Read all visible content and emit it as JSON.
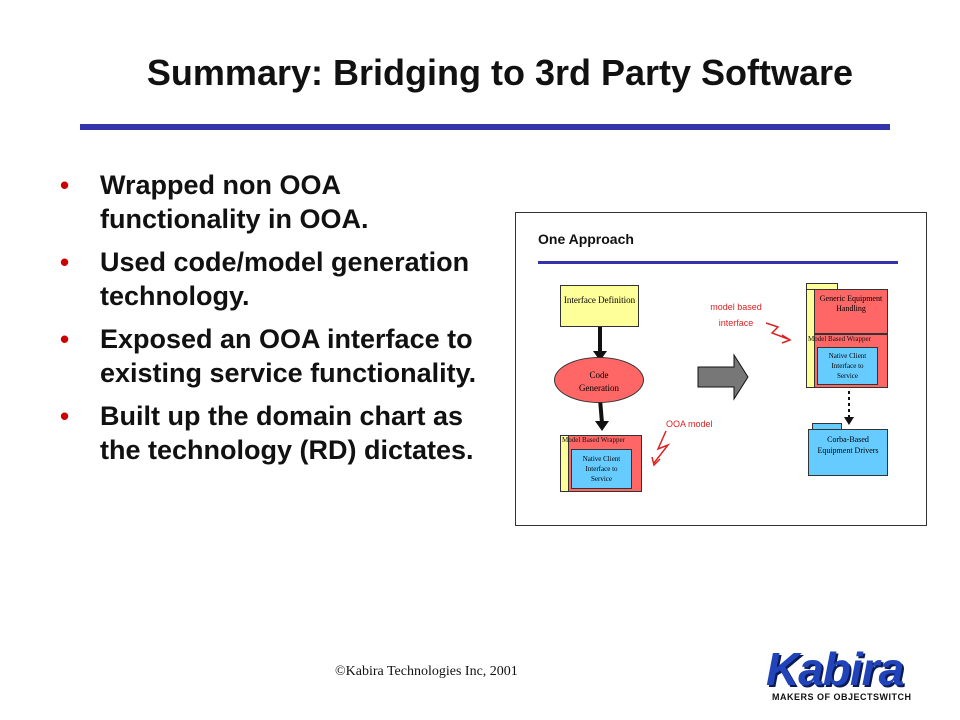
{
  "slide": {
    "title": "Summary: Bridging to 3rd Party Software",
    "bullets": [
      "Wrapped non OOA functionality in OOA.",
      "Used code/model generation technology.",
      "Exposed an OOA interface to existing service functionality.",
      "Built up the domain chart as the technology (RD) dictates."
    ]
  },
  "diagram": {
    "title": "One Approach",
    "interface_definition": "Interface Definition",
    "code_generation": "Code Generation",
    "wrapper_left_label": "Model Based Wrapper",
    "native_left": "Native Client Interface to Service",
    "ooa_model_label": "OOA model",
    "model_based_interface_label": "model based interface",
    "generic_equipment": "Generic Equipment Handling",
    "wrapper_right_label": "Model Based Wrapper",
    "native_right": "Native Client Interface to Service",
    "corba_drivers": "Corba-Based Equipment Drivers"
  },
  "footer": {
    "copyright": "©Kabira Technologies Inc, 2001"
  },
  "logo": {
    "name": "Kabira",
    "tagline": "MAKERS OF OBJECTSWITCH"
  },
  "colors": {
    "accent_rule": "#3333aa",
    "bullet": "#cc0000",
    "yellow_box": "#ffff99",
    "pink_box": "#ff6666",
    "blue_box": "#66ccff",
    "red_arrow": "#dd2222",
    "gray_arrow": "#777777"
  }
}
